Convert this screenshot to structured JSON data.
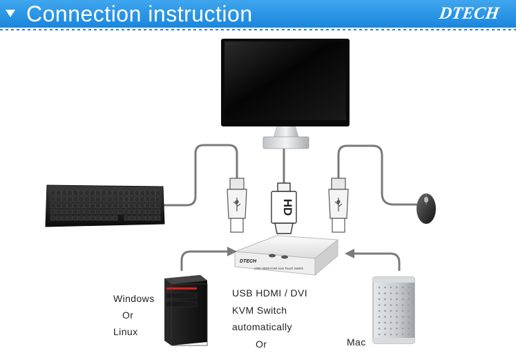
{
  "header": {
    "title": "Connection instruction",
    "brand": "DTECH"
  },
  "switch_brand": "DTECH",
  "switch_label": "USB HDMI KVM Auto Touch Switch",
  "plug_hd": "HD",
  "device_text": {
    "line1": "USB HDMI / DVI",
    "line2": "KVM Switch",
    "line3": "automatically",
    "line4": "Or"
  },
  "left_computer": {
    "line1": "Windows",
    "line2": "Or",
    "line3": "Linux"
  },
  "right_computer": "Mac",
  "colors": {
    "banner": "#1a86dd",
    "cable": "#7a7a7a",
    "pc_accent": "#d62020"
  }
}
